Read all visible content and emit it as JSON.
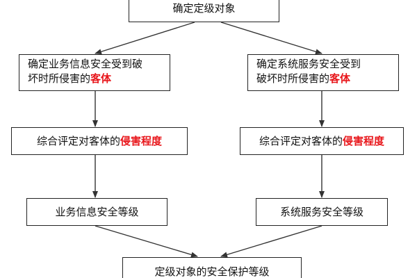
{
  "diagram": {
    "top_box": "确定定级对象",
    "left_column": {
      "step1_line1": "确定业务信息安全受到破",
      "step1_line2_prefix": "坏时所侵害的",
      "step1_highlight": "客体",
      "step2_prefix": "综合评定对客体的",
      "step2_highlight": "侵害程度",
      "step3": "业务信息安全等级"
    },
    "right_column": {
      "step1_line1": "确定系统服务安全受到",
      "step1_line2_prefix": "破坏时所侵害的",
      "step1_highlight": "客体",
      "step2_prefix": "综合评定对客体的",
      "step2_highlight": "侵害程度",
      "step3": "系统服务安全等级"
    },
    "bottom_box": "定级对象的安全保护等级"
  },
  "colors": {
    "highlight": "#e8161b",
    "border": "#222222",
    "arrow": "#333333"
  }
}
